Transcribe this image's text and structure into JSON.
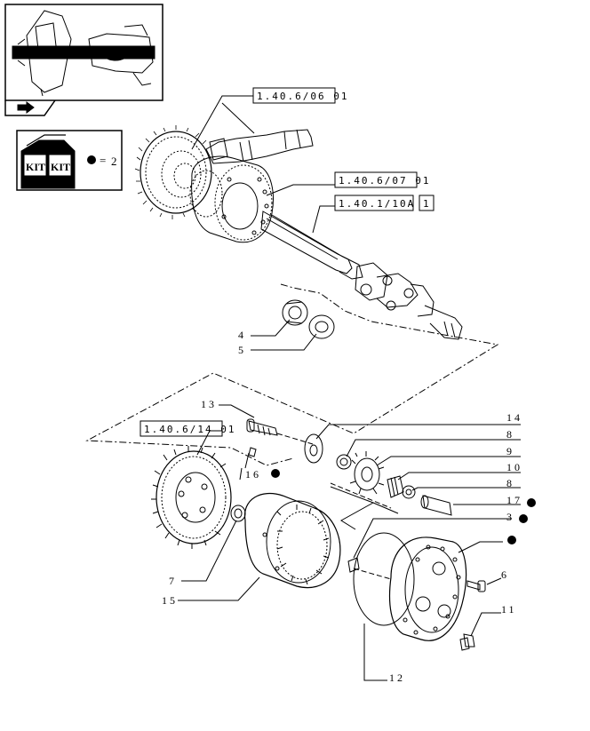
{
  "thumbnail": {
    "label": "assembly-thumbnail"
  },
  "kit": {
    "box_left": "KIT",
    "box_right": "KIT",
    "legend_eq": "=",
    "legend_qty": "2"
  },
  "references": [
    "1.40.6/06 01",
    "1.40.6/07 01",
    "1.40.1/10A",
    "1",
    "1.40.6/14 01"
  ],
  "callouts": {
    "c4": "4",
    "c5": "5",
    "c13": "13",
    "c16": "16",
    "c7": "7",
    "c15": "15",
    "c14": "14",
    "c8a": "8",
    "c9": "9",
    "c10": "10",
    "c8b": "8",
    "c17": "17",
    "c3": "3",
    "c6": "6",
    "c11": "11",
    "c12": "12"
  }
}
